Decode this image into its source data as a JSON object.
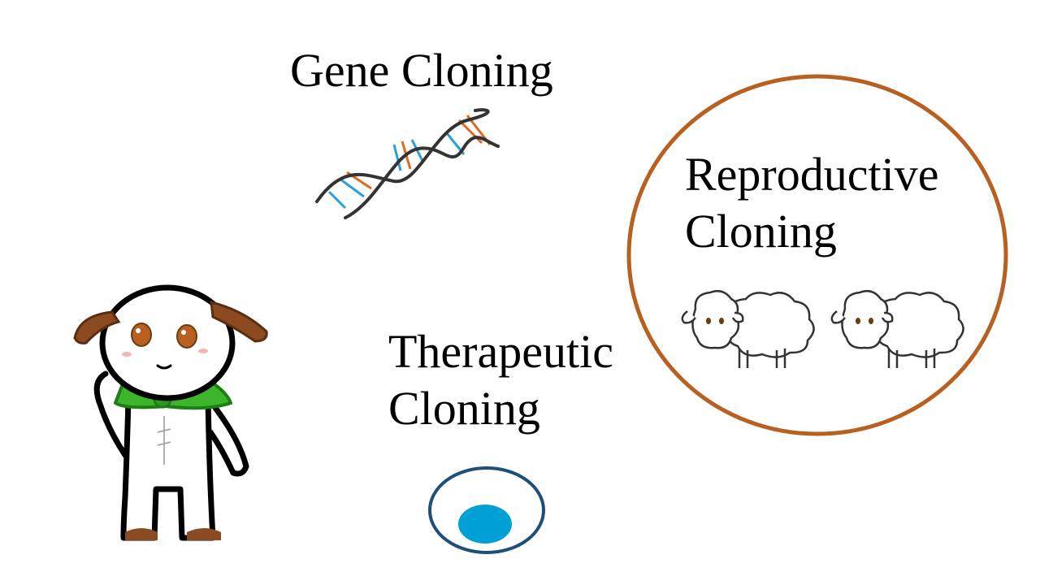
{
  "topics": {
    "gene_cloning": "Gene Cloning",
    "therapeutic_cloning": {
      "line1": "Therapeutic",
      "line2": "Cloning"
    },
    "reproductive_cloning": {
      "line1": "Reproductive",
      "line2": "Cloning"
    }
  },
  "colors": {
    "dna_strand": "#333333",
    "dna_base_blue": "#2aa0d8",
    "dna_base_orange": "#e06a1b",
    "highlight_circle": "#b8601f",
    "cell_outline": "#1f4e79",
    "cell_nucleus": "#00a0d6",
    "mascot_ear": "#8b4a1f",
    "mascot_bow": "#3cb52a"
  },
  "icons": [
    "dna-helix-icon",
    "cell-icon",
    "sheep-icon",
    "mascot-dog"
  ]
}
